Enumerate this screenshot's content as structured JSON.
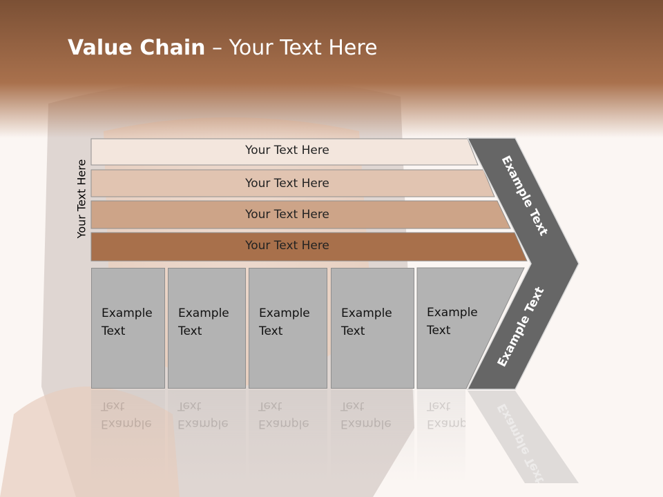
{
  "title": {
    "bold": "Value Chain",
    "rest": " – Your Text Here"
  },
  "side_label": "Your Text Here",
  "bars": [
    {
      "label": "Your Text Here",
      "color": "#f3e6dd"
    },
    {
      "label": "Your Text Here",
      "color": "#e1c4b1"
    },
    {
      "label": "Your Text Here",
      "color": "#cda488"
    },
    {
      "label": "Your Text Here",
      "color": "#a8704b"
    }
  ],
  "boxes": [
    {
      "line1": "Example",
      "line2": "Text"
    },
    {
      "line1": "Example",
      "line2": "Text"
    },
    {
      "line1": "Example",
      "line2": "Text"
    },
    {
      "line1": "Example",
      "line2": "Text"
    },
    {
      "line1": "Example",
      "line2": "Text"
    }
  ],
  "arrow": {
    "upper": "Example Text",
    "lower": "Example Text",
    "color": "#666666"
  },
  "colors": {
    "header": "#a9714d",
    "box": "#b3b3b3"
  }
}
